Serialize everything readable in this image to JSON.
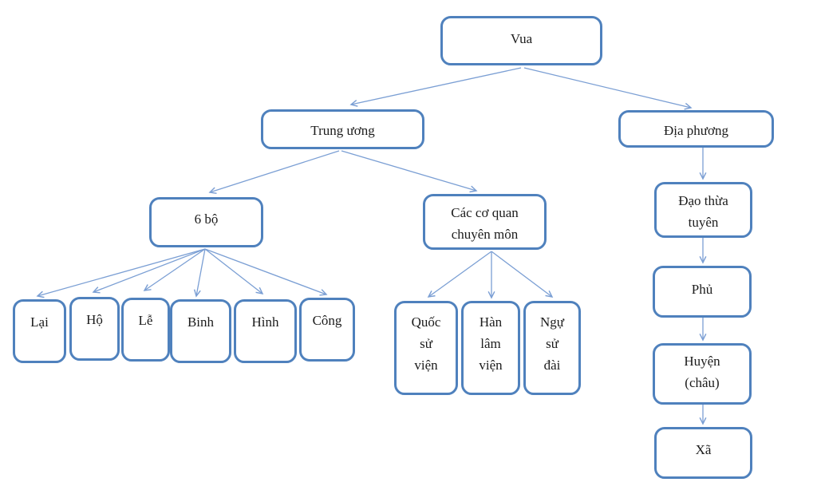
{
  "colors": {
    "box_border": "#4f81bd",
    "arrow": "#7b9fd4",
    "text": "#1c1c1c",
    "background": "#ffffff"
  },
  "nodes": {
    "vua": "Vua",
    "trung_uong": "Trung ương",
    "dia_phuong": "Địa phương",
    "six_ministries": "6 bộ",
    "specialized_agencies": "Các cơ quan\nchuyên môn",
    "lai": "Lại",
    "ho": "Hộ",
    "le": "Lễ",
    "binh": "Binh",
    "hinh": "Hình",
    "cong": "Công",
    "quoc_su_vien": "Quốc\nsử\nviện",
    "han_lam_vien": "Hàn\nlâm\nviện",
    "ngu_su_dai": "Ngự\nsử\nđài",
    "dao_thua_tuyen": "Đạo thừa\ntuyên",
    "phu": "Phủ",
    "huyen_chau": "Huyện\n(châu)",
    "xa": "Xã"
  },
  "edges": [
    [
      "vua",
      "trung_uong"
    ],
    [
      "vua",
      "dia_phuong"
    ],
    [
      "trung_uong",
      "six_ministries"
    ],
    [
      "trung_uong",
      "specialized_agencies"
    ],
    [
      "six_ministries",
      "lai"
    ],
    [
      "six_ministries",
      "ho"
    ],
    [
      "six_ministries",
      "le"
    ],
    [
      "six_ministries",
      "binh"
    ],
    [
      "six_ministries",
      "hinh"
    ],
    [
      "six_ministries",
      "cong"
    ],
    [
      "specialized_agencies",
      "quoc_su_vien"
    ],
    [
      "specialized_agencies",
      "han_lam_vien"
    ],
    [
      "specialized_agencies",
      "ngu_su_dai"
    ],
    [
      "dia_phuong",
      "dao_thua_tuyen"
    ],
    [
      "dao_thua_tuyen",
      "phu"
    ],
    [
      "phu",
      "huyen_chau"
    ],
    [
      "huyen_chau",
      "xa"
    ]
  ]
}
